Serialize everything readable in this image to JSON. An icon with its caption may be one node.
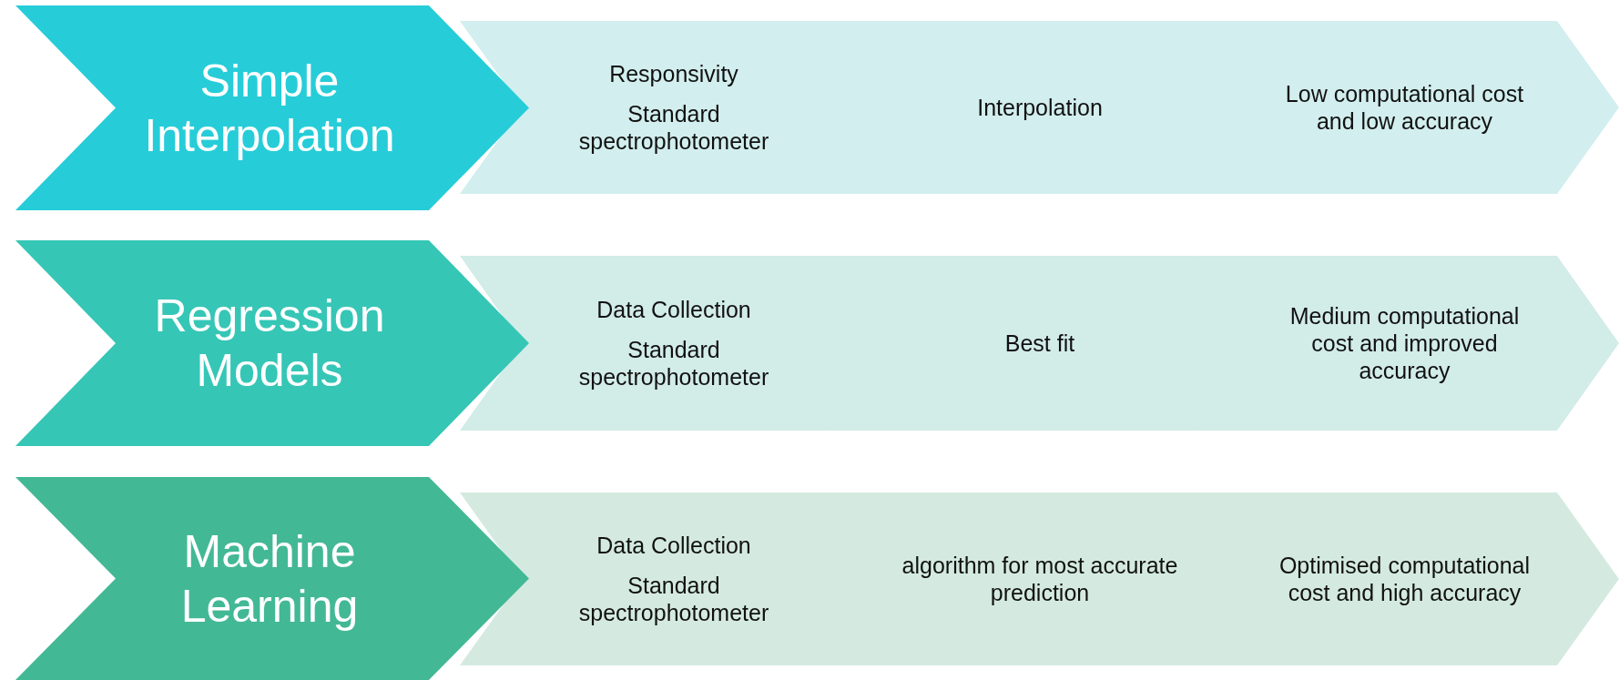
{
  "diagram": {
    "nodes": [
      {
        "text": [
          "Simple Interpolation"
        ]
      },
      {
        "text": [
          "Responsivity",
          "Standard spectrophotometer"
        ]
      },
      {
        "text": [
          "Interpolation"
        ]
      },
      {
        "text": [
          "Low computational cost and low accuracy"
        ]
      },
      {
        "text": [
          "Regression Models"
        ]
      },
      {
        "text": [
          "Data Collection",
          "Standard spectrophotometer"
        ]
      },
      {
        "text": [
          "Best fit"
        ]
      },
      {
        "text": [
          "Medium computational cost and improved accuracy"
        ]
      },
      {
        "text": [
          "Machine Learning"
        ]
      },
      {
        "text": [
          "Data Collection",
          "Standard spectrophotometer"
        ]
      },
      {
        "text": [
          "algorithm for most accurate prediction"
        ]
      },
      {
        "text": [
          "Optimised computational cost and high accuracy"
        ]
      }
    ]
  }
}
